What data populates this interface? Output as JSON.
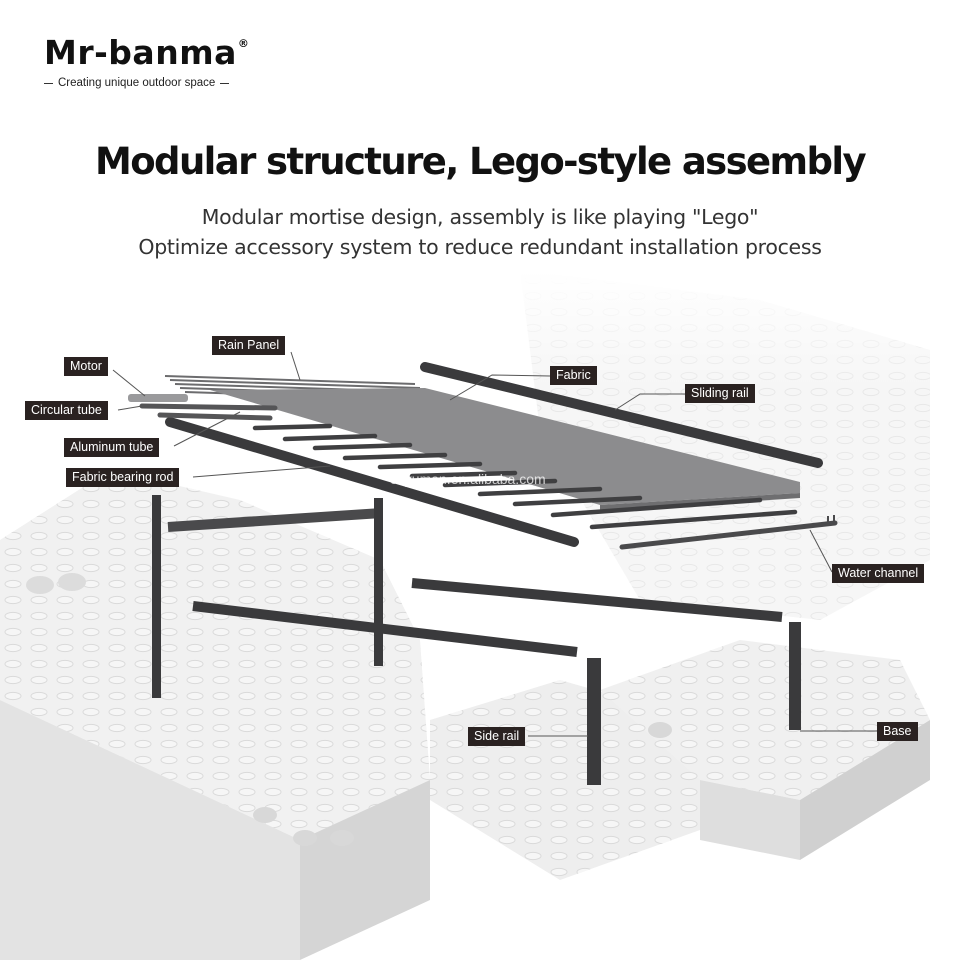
{
  "brand": {
    "name": "Mr-banma",
    "registered": "®",
    "tagline": "Creating unique outdoor space"
  },
  "headline": "Modular structure, Lego-style assembly",
  "subtitle": {
    "line1": "Modular mortise design, assembly is like playing \"Lego\"",
    "line2": "Optimize accessory system to reduce redundant installation process"
  },
  "labels": {
    "rain_panel": "Rain Panel",
    "motor": "Motor",
    "circular_tube": "Circular tube",
    "aluminum_tube": "Aluminum tube",
    "fabric_bearing_rod": "Fabric bearing rod",
    "fabric": "Fabric",
    "sliding_rail": "Sliding rail",
    "water_channel": "Water channel",
    "side_rail": "Side rail",
    "base": "Base"
  },
  "watermark": "cnyuman.en.alibaba.com",
  "colors": {
    "label_bg": "#2a2221",
    "beam": "#3d3d3f",
    "fabric": "#8a8a8c",
    "lego": "#ececec"
  }
}
